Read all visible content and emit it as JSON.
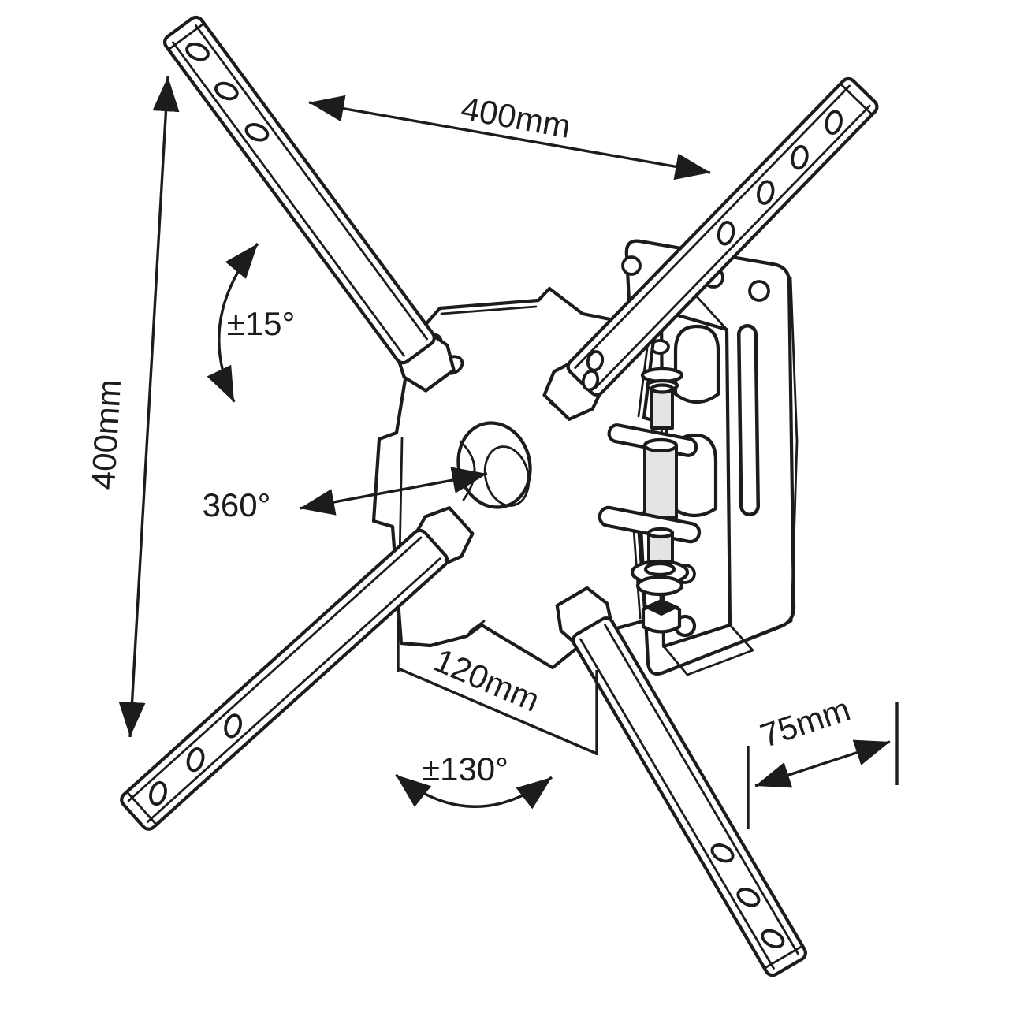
{
  "diagram": {
    "dimensions": {
      "top_width": "400mm",
      "left_height": "400mm",
      "tilt_range": "±15°",
      "swivel_rotation": "360°",
      "inner_width": "120mm",
      "pan_range": "±130°",
      "wall_offset": "75mm"
    },
    "colors": {
      "line": "#1c1c1c",
      "background": "#ffffff",
      "metal_shade": "#e4e4e4"
    }
  }
}
